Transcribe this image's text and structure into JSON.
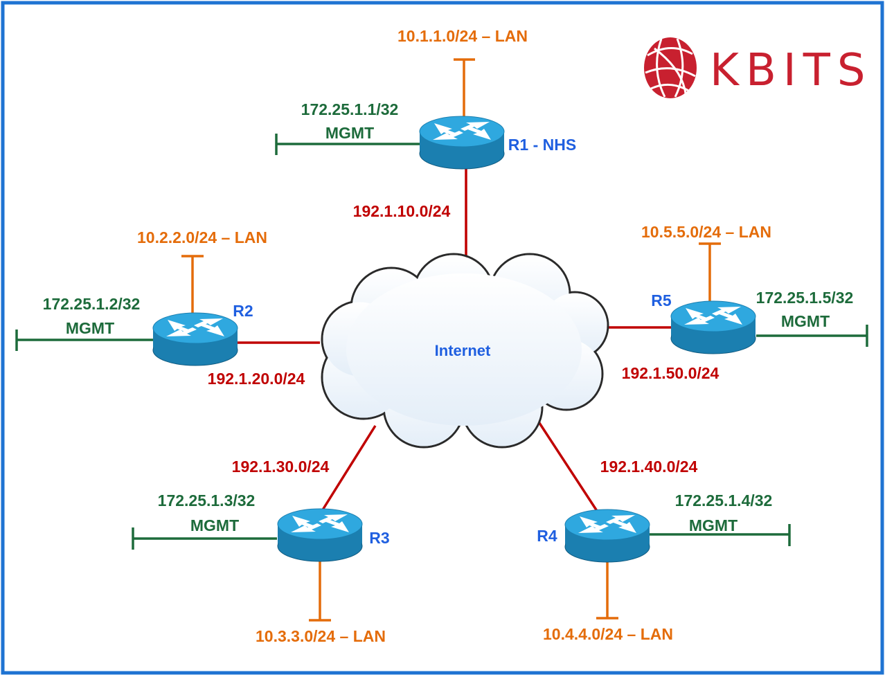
{
  "logo": {
    "text": "KBITS"
  },
  "cloud": {
    "label": "Internet"
  },
  "colors": {
    "border": "#1E73D2",
    "lan": "#E46C0A",
    "mgmt": "#1D6B3B",
    "wan": "#C00000",
    "router_name": "#1F5FE0"
  },
  "routers": {
    "r1": {
      "name": "R1 - NHS",
      "lan": "10.1.1.0/24 – LAN",
      "mgmt_ip": "172.25.1.1/32",
      "mgmt": "MGMT",
      "wan": "192.1.10.0/24"
    },
    "r2": {
      "name": "R2",
      "lan": "10.2.2.0/24 – LAN",
      "mgmt_ip": "172.25.1.2/32",
      "mgmt": "MGMT",
      "wan": "192.1.20.0/24"
    },
    "r3": {
      "name": "R3",
      "lan": "10.3.3.0/24 – LAN",
      "mgmt_ip": "172.25.1.3/32",
      "mgmt": "MGMT",
      "wan": "192.1.30.0/24"
    },
    "r4": {
      "name": "R4",
      "lan": "10.4.4.0/24 – LAN",
      "mgmt_ip": "172.25.1.4/32",
      "mgmt": "MGMT",
      "wan": "192.1.40.0/24"
    },
    "r5": {
      "name": "R5",
      "lan": "10.5.5.0/24 – LAN",
      "mgmt_ip": "172.25.1.5/32",
      "mgmt": "MGMT",
      "wan": "192.1.50.0/24"
    }
  }
}
